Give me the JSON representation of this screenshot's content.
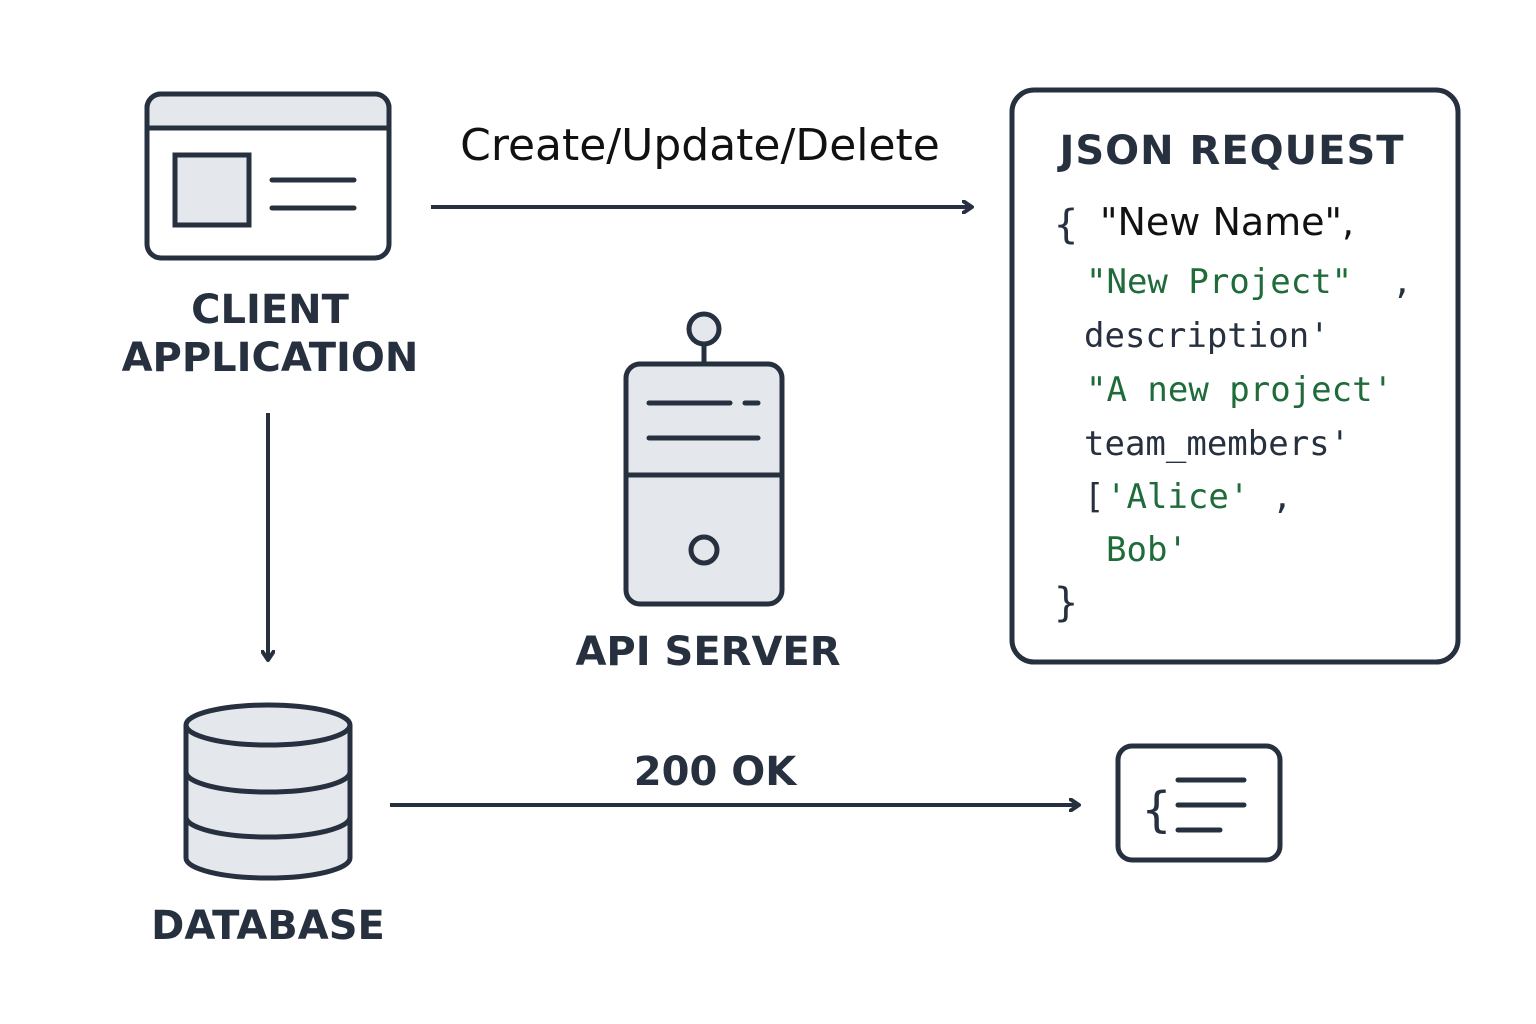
{
  "nodes": {
    "client": {
      "line1": "CLIENT",
      "line2": "APPLICATION"
    },
    "api_server": "API SERVER",
    "database": "DATABASE"
  },
  "edges": {
    "request_label": "Create/Update/Delete",
    "response_label": "200 OK"
  },
  "json_request": {
    "title": "JSON REQUEST",
    "open_brace": "{",
    "name_value": "\"New Name\",",
    "project_value": "\"New Project\"",
    "project_comma": ",",
    "description_key": "description'",
    "description_value": "\"A new project'",
    "team_key": "team_members'",
    "list_open": "[",
    "alice_value": "'Alice'",
    "alice_comma": ",",
    "bob_value": "Bob'",
    "close_brace": "}"
  },
  "response_open_brace": "{",
  "colors": {
    "stroke": "#26303f",
    "fill": "#e4e7eb",
    "code_string": "#1f6b3a"
  }
}
